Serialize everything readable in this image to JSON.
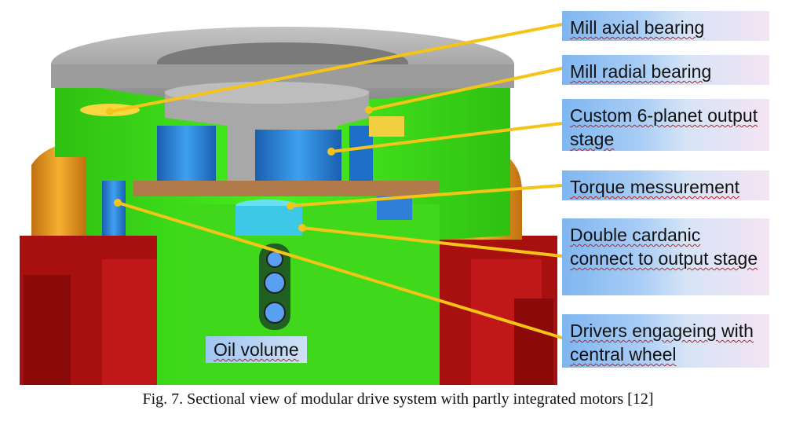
{
  "labels": [
    {
      "id": "mill-axial-bearing",
      "text": "Mill axial bearing"
    },
    {
      "id": "mill-radial-bearing",
      "text": "Mill radial bearing"
    },
    {
      "id": "planet-output-stage",
      "text": "Custom 6-planet output stage"
    },
    {
      "id": "torque-measurement",
      "text": "Torque messurement"
    },
    {
      "id": "double-cardanic",
      "text": "Double cardanic connect to output stage"
    },
    {
      "id": "drivers-engaging",
      "text": "Drivers engageing with central wheel"
    }
  ],
  "oil_volume_label": "Oil volume",
  "caption": "Fig. 7. Sectional view of modular drive system with partly integrated motors [12]",
  "colors": {
    "housing_green": "#3ee61a",
    "top_gray": "#9a9a9a",
    "motor_blue": "#2f8fe0",
    "foundation_red": "#b01010",
    "orange_shell": "#f0a020",
    "leader_line": "#f5c419",
    "label_gradient_start": "#7fb6f0",
    "label_gradient_end": "#f4e4f4"
  }
}
